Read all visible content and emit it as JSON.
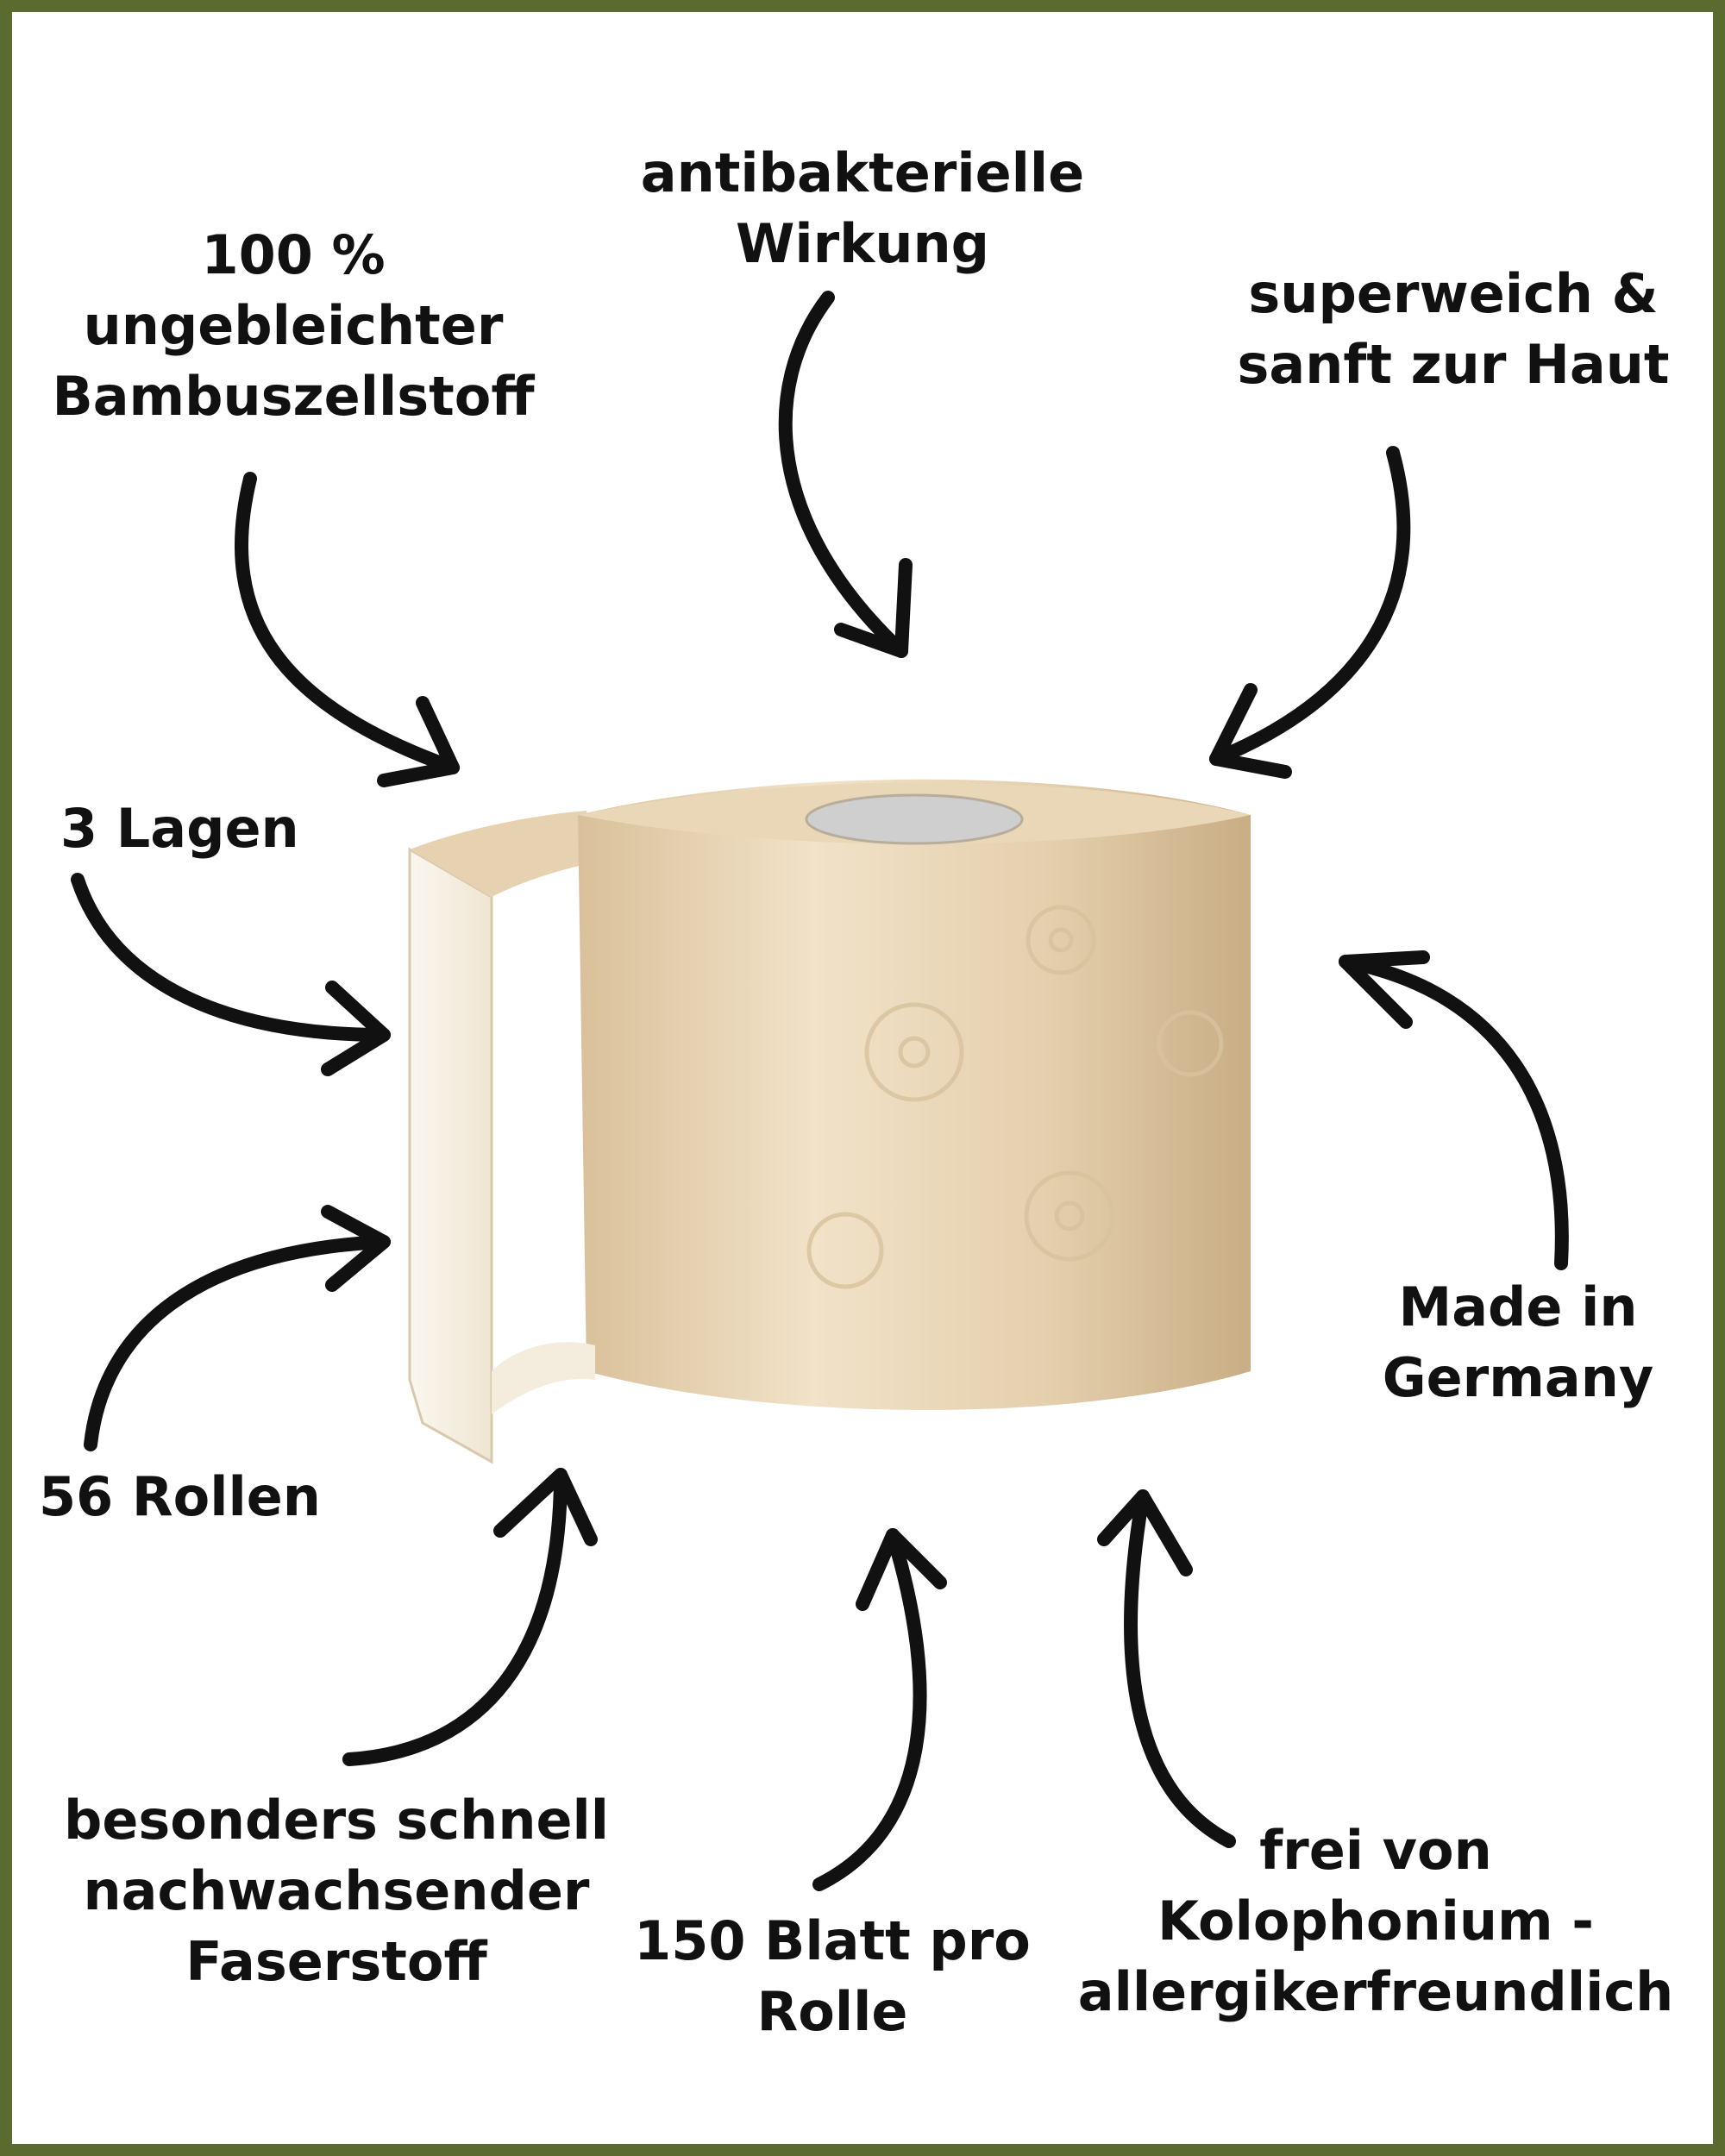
{
  "colors": {
    "border": "#5b6a2f",
    "text": "#111111",
    "roll": "#e8d4b4",
    "sheet": "#f7f1e6"
  },
  "image": {
    "icon": "toilet-paper-roll-icon"
  },
  "labels": {
    "bambus": [
      "100 %",
      "ungebleichter",
      "Bambuszellstoff"
    ],
    "antibakteriell": [
      "antibakterielle",
      "Wirkung"
    ],
    "superweich": [
      "superweich &",
      "sanft zur Haut"
    ],
    "lagen": [
      "3 Lagen"
    ],
    "germany": [
      "Made in",
      "Germany"
    ],
    "rollen": [
      "56 Rollen"
    ],
    "faserstoff": [
      "besonders schnell",
      "nachwachsender",
      "Faserstoff"
    ],
    "blatt": [
      "150 Blatt pro",
      "Rolle"
    ],
    "kolophonium": [
      "frei von",
      "Kolophonium -",
      "allergikerfreundlich"
    ]
  }
}
